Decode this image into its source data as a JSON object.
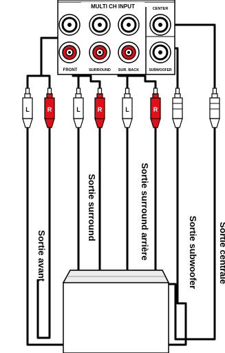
{
  "panel": {
    "title": "MULTI CH INPUT",
    "center": "CENTER",
    "front": "FRONT",
    "surround": "SURROUND",
    "sur_back": "SUR. BACK",
    "subwoofer": "SUBWOOFER"
  },
  "plugs": {
    "left_marker": "L",
    "right_marker": "R",
    "colors": {
      "left": "#ffffff",
      "right": "#e0101a",
      "line": "#000000"
    }
  },
  "outputs": {
    "front": "Sortie avant",
    "surround": "Sortie surround",
    "surround_back": "Sortie surround arrière",
    "subwoofer": "Sortie subwoofer",
    "center": "Sortie centrale"
  }
}
